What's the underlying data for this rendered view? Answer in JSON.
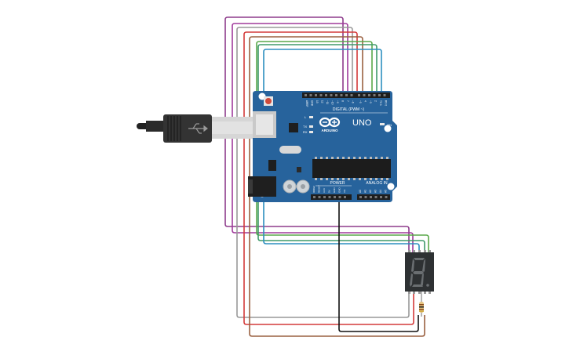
{
  "board": {
    "brand": "ARDUINO",
    "model": "UNO",
    "digital_header_label": "DIGITAL (PWM ~)",
    "analog_header_label": "ANALOG IN",
    "power_header_label": "POWER",
    "led_on_label": "ON",
    "led_l_label": "L",
    "led_tx_label": "TX",
    "led_rx_label": "RX",
    "digital_pins": [
      "AREF",
      "GND",
      "13",
      "12",
      "~11",
      "~10",
      "~9",
      "8",
      "7",
      "~6",
      "~5",
      "4",
      "~3",
      "2",
      "TX 1",
      "RX 0"
    ],
    "power_pins": [
      "IOREF",
      "RESET",
      "3.3V",
      "5V",
      "GND",
      "GND",
      "Vin"
    ],
    "analog_pins": [
      "A0",
      "A1",
      "A2",
      "A3",
      "A4",
      "A5"
    ],
    "colors": {
      "pcb": "#27639c",
      "header": "#1e1e1e",
      "usb_metal": "#c9c9c9"
    }
  },
  "components": {
    "display": {
      "type": "7-segment display",
      "digit": "8",
      "color": "#2e3133"
    },
    "resistor": {
      "type": "resistor",
      "color": "#e6c684"
    },
    "usb_cable": {
      "type": "USB cable",
      "color": "#222222"
    }
  },
  "wire_colors": [
    "#8e3c8c",
    "#a03a9c",
    "#d43a3a",
    "#9a6040",
    "#5aa84a",
    "#2d8fc0",
    "#999999",
    "#111111"
  ]
}
